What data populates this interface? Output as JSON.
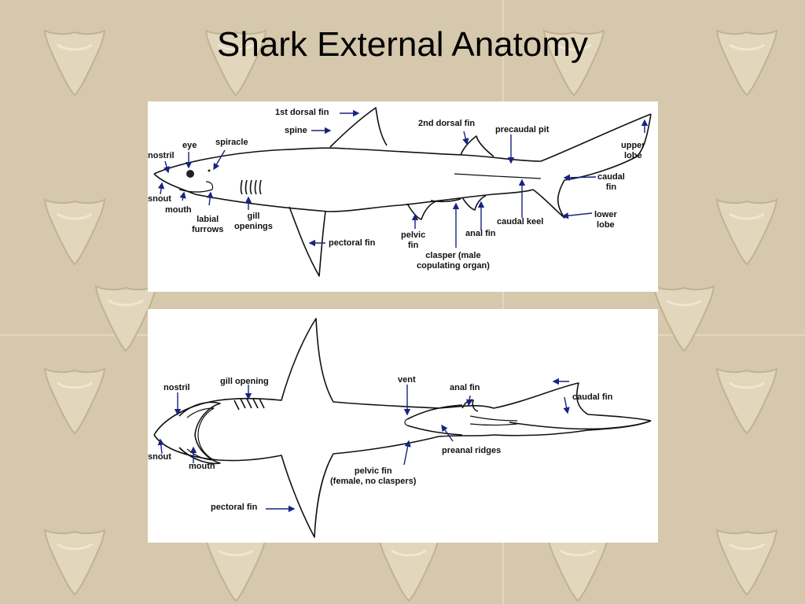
{
  "slide": {
    "title": "Shark External Anatomy",
    "background_color": "#d6c8ad",
    "motif_icon": "fossil-shark-tooth-icon"
  },
  "side_view": {
    "labels": {
      "first_dorsal_fin": "1st dorsal fin",
      "spine": "spine",
      "second_dorsal_fin": "2nd dorsal fin",
      "precaudal_pit": "precaudal pit",
      "upper_lobe_1": "upper",
      "upper_lobe_2": "lobe",
      "eye": "eye",
      "spiracle": "spiracle",
      "nostril": "nostril",
      "caudal_fin_1": "caudal",
      "caudal_fin_2": "fin",
      "snout": "snout",
      "mouth": "mouth",
      "labial_furrows_1": "labial",
      "labial_furrows_2": "furrows",
      "gill_openings_1": "gill",
      "gill_openings_2": "openings",
      "lower_lobe_1": "lower",
      "lower_lobe_2": "lobe",
      "caudal_keel": "caudal keel",
      "anal_fin": "anal fin",
      "pelvic_fin_1": "pelvic",
      "pelvic_fin_2": "fin",
      "pectoral_fin": "pectoral fin",
      "clasper_1": "clasper (male",
      "clasper_2": "copulating organ)"
    }
  },
  "ventral_view": {
    "labels": {
      "nostril": "nostril",
      "gill_opening": "gill opening",
      "vent": "vent",
      "anal_fin": "anal fin",
      "caudal_fin": "caudal fin",
      "snout": "snout",
      "mouth": "mouth",
      "preanal_ridges": "preanal ridges",
      "pelvic_fin_1": "pelvic fin",
      "pelvic_fin_2": "(female, no claspers)",
      "pectoral_fin": "pectoral fin"
    }
  },
  "colors": {
    "arrow": "#1a237e",
    "outline": "#111111"
  }
}
